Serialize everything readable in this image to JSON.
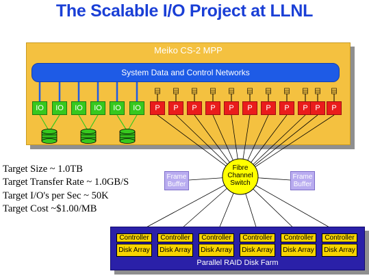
{
  "title": "The Scalable I/O Project at LLNL",
  "meiko": {
    "label": "Meiko CS-2 MPP",
    "network": "System Data and Control Networks",
    "io_nodes": [
      "IO",
      "IO",
      "IO",
      "IO",
      "IO",
      "IO"
    ],
    "p_nodes": [
      "P",
      "P",
      "P",
      "P",
      "P",
      "P",
      "P",
      "P",
      "P",
      "P",
      "P"
    ]
  },
  "targets": [
    "Target Size ~ 1.0TB",
    "Target Transfer Rate ~ 1.0GB/S",
    "Target I/O's per Sec ~ 50K",
    "Target Cost ~$1.00/MB"
  ],
  "switch": {
    "line1": "Fibre",
    "line2": "Channel",
    "line3": "Switch"
  },
  "frame_buffers": [
    {
      "line1": "Frame",
      "line2": "Buffer"
    },
    {
      "line1": "Frame",
      "line2": "Buffer"
    }
  ],
  "farm": {
    "label": "Parallel RAID Disk Farm",
    "units": [
      {
        "controller": "Controller",
        "disk": "Disk Array"
      },
      {
        "controller": "Controller",
        "disk": "Disk Array"
      },
      {
        "controller": "Controller",
        "disk": "Disk Array"
      },
      {
        "controller": "Controller",
        "disk": "Disk Array"
      },
      {
        "controller": "Controller",
        "disk": "Disk Array"
      },
      {
        "controller": "Controller",
        "disk": "Disk Array"
      }
    ]
  },
  "colors": {
    "title": "#1a3fd6",
    "meiko_box": "#f4c140",
    "network_bar": "#1e5be6",
    "io_node": "#37c81e",
    "p_node": "#ea1c1c",
    "switch": "#ffff00",
    "frame_buffer": "#b9acf0",
    "farm_box": "#2a20a8",
    "controller": "#f8d400"
  }
}
